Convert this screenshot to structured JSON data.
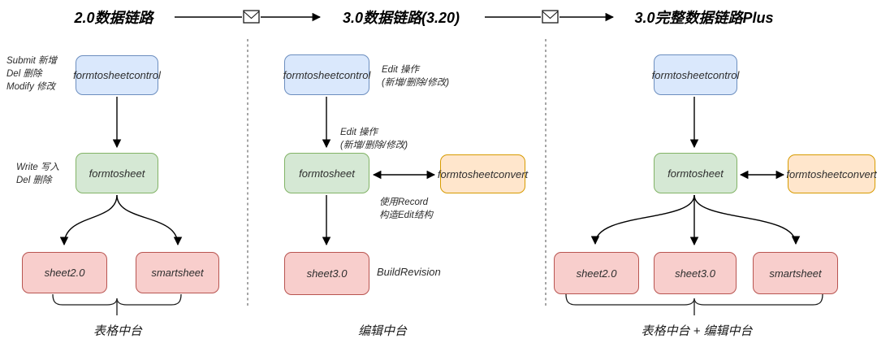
{
  "header": {
    "stages": [
      "2.0数据链路",
      "3.0数据链路(3.20)",
      "3.0完整数据链路Plus"
    ],
    "transition_icon": "envelope-icon"
  },
  "panels": {
    "v2": {
      "control": "formtosheetcontrol",
      "control_ops": [
        "Submit 新增",
        "Del 删除",
        "Modify 修改"
      ],
      "sheet": "formtosheet",
      "sheet_ops": [
        "Write 写入",
        "Del 删除"
      ],
      "outputs": [
        "sheet2.0",
        "smartsheet"
      ],
      "footer": "表格中台"
    },
    "v3": {
      "control": "formtosheetcontrol",
      "control_ops": [
        "Edit 操作",
        "(新增/删除/修改)"
      ],
      "edge_label": [
        "Edit 操作",
        "(新增/删除/修改)"
      ],
      "sheet": "formtosheet",
      "convert": "formtosheetconvert",
      "convert_note": [
        "使用Record",
        "构造Edit结构"
      ],
      "output": "sheet3.0",
      "output_note": "BuildRevision",
      "footer": "编辑中台"
    },
    "v3plus": {
      "control": "formtosheetcontrol",
      "sheet": "formtosheet",
      "convert": "formtosheetconvert",
      "outputs": [
        "sheet2.0",
        "sheet3.0",
        "smartsheet"
      ],
      "footer": "表格中台 + 编辑中台"
    }
  },
  "colors": {
    "control_fill": "#dae8fc",
    "control_stroke": "#6c8ebf",
    "sheet_fill": "#d5e8d4",
    "sheet_stroke": "#82b366",
    "convert_fill": "#ffe6cc",
    "convert_stroke": "#d79b00",
    "output_fill": "#f8cecc",
    "output_stroke": "#b85450",
    "arrow": "#000000",
    "divider": "#8f8f8f"
  }
}
